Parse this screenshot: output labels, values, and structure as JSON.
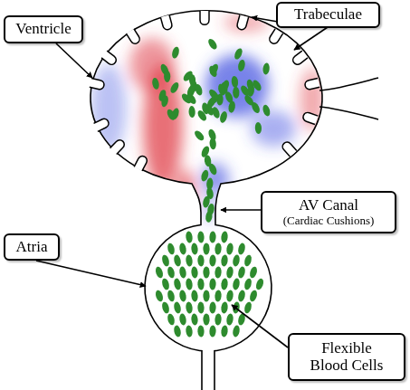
{
  "diagram": {
    "nodes": [
      {
        "text": [
          "Ventricle"
        ]
      },
      {
        "text": [
          "Trabeculae"
        ]
      },
      {
        "text": [
          "AV Canal",
          "(Cardiac Cushions)"
        ]
      },
      {
        "text": [
          "Atria"
        ]
      },
      {
        "text": [
          "Flexible Blood Cells"
        ]
      }
    ]
  }
}
